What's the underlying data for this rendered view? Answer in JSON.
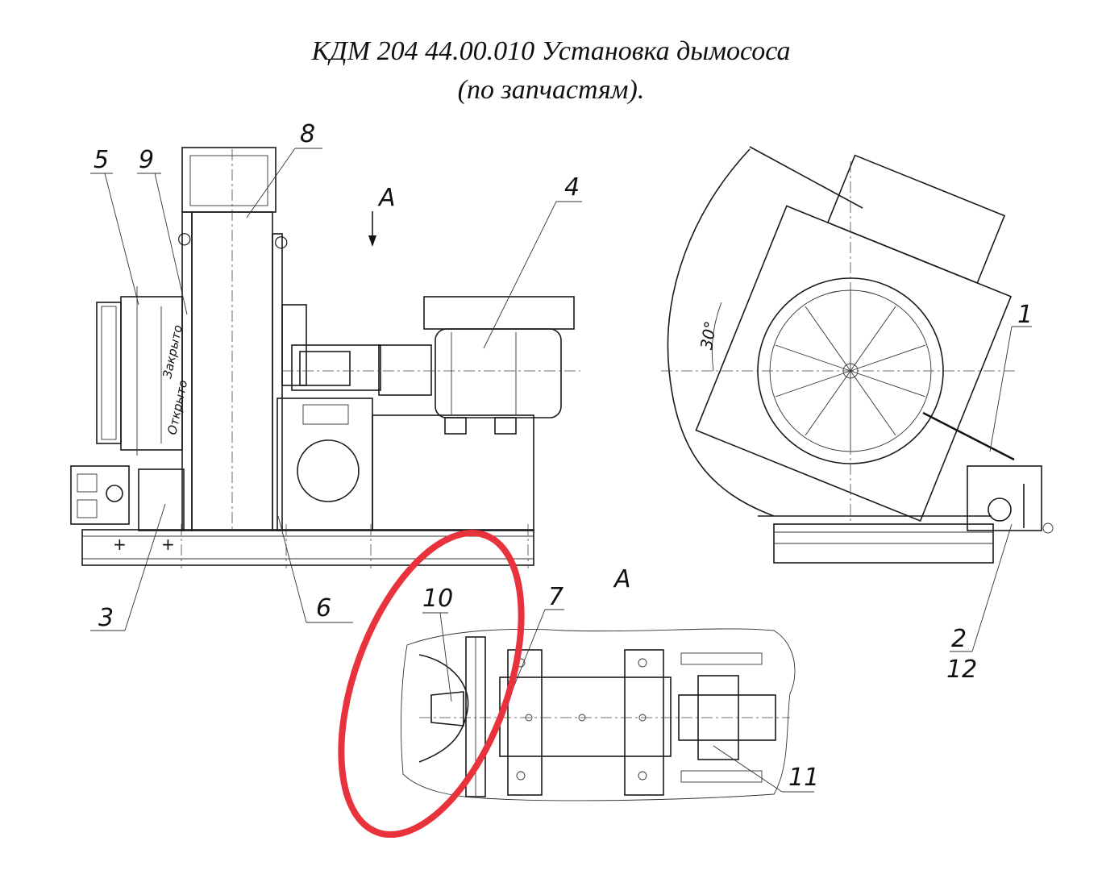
{
  "title_line1": "КДМ 204 44.00.010 Установка дымососа",
  "title_line2": "(по запчастям).",
  "view_arrow_label": "А",
  "section_label": "А",
  "angle_label": "30°",
  "damper_texts": [
    "Закрыто",
    "Открыто"
  ],
  "callouts": [
    "1",
    "2",
    "3",
    "4",
    "5",
    "6",
    "7",
    "8",
    "9",
    "10",
    "11",
    "12"
  ],
  "highlight_color": "#e8323c"
}
